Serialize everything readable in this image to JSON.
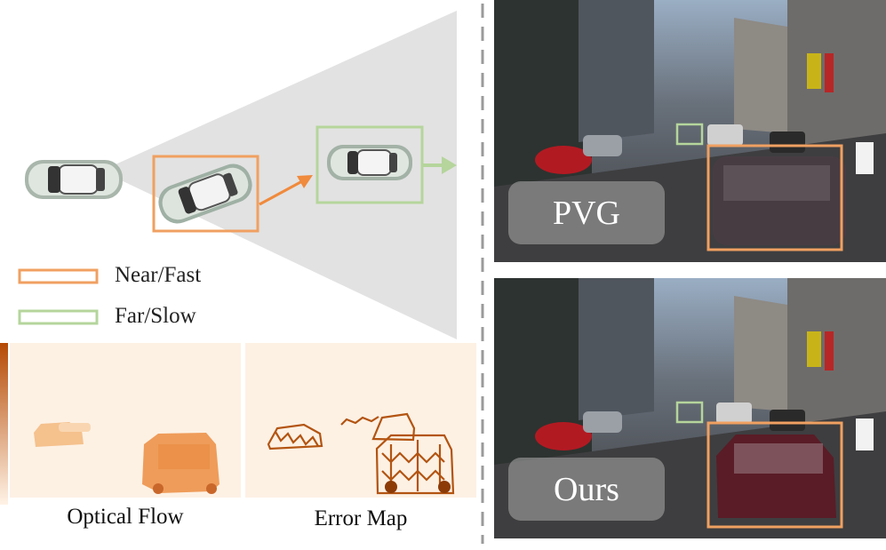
{
  "legend": {
    "near_fast": "Near/Fast",
    "far_slow": "Far/Slow"
  },
  "captions": {
    "optical_flow": "Optical Flow",
    "error_map": "Error Map"
  },
  "panels": {
    "top_label": "PVG",
    "bottom_label": "Ours"
  },
  "colors": {
    "near_fast": "#f0a061",
    "far_slow": "#b5d59c",
    "camera_cone": "#e3e3e3",
    "flow_dark": "#c85a10",
    "dashed_divider": "#999999"
  }
}
